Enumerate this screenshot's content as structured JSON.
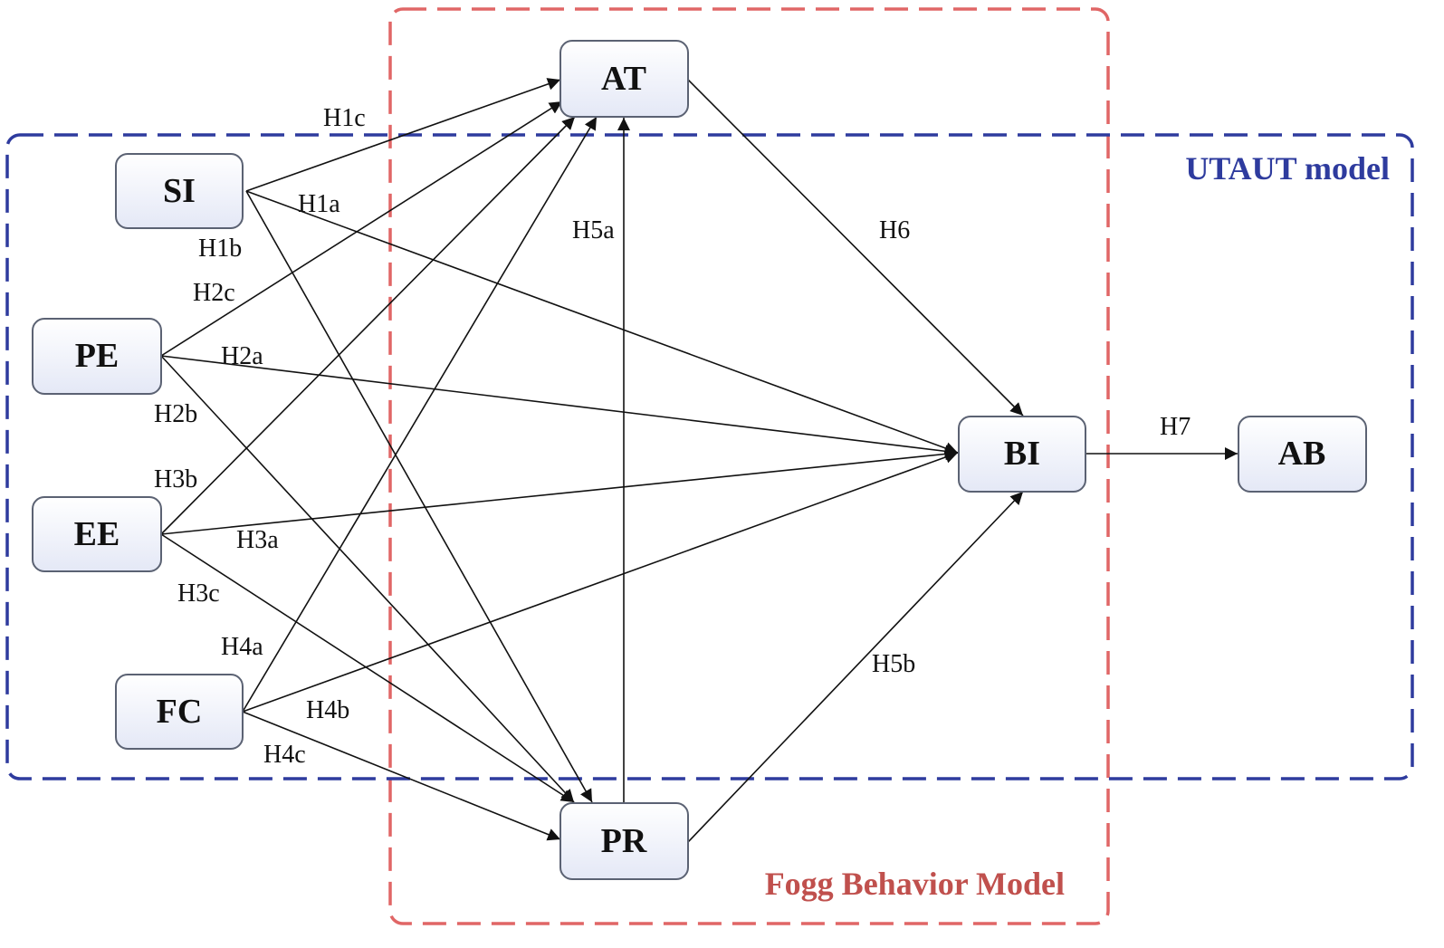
{
  "colors": {
    "fogg_border": "#e06666",
    "fogg_text": "#c0504d",
    "utaut_border": "#2e3b9e",
    "utaut_text": "#2e3b9e",
    "node_fill_top": "#ffffff",
    "node_fill_bottom": "#e4e8f6",
    "node_border": "#5b6273",
    "edge": "#111111"
  },
  "regions": {
    "utaut": {
      "label": "UTAUT model"
    },
    "fogg": {
      "label": "Fogg Behavior Model"
    }
  },
  "nodes": [
    {
      "id": "SI",
      "label": "SI"
    },
    {
      "id": "PE",
      "label": "PE"
    },
    {
      "id": "EE",
      "label": "EE"
    },
    {
      "id": "FC",
      "label": "FC"
    },
    {
      "id": "AT",
      "label": "AT"
    },
    {
      "id": "PR",
      "label": "PR"
    },
    {
      "id": "BI",
      "label": "BI"
    },
    {
      "id": "AB",
      "label": "AB"
    }
  ],
  "hypotheses": [
    {
      "from": "SI",
      "to": "BI",
      "label": "H1a"
    },
    {
      "from": "SI",
      "to": "PR",
      "label": "H1b"
    },
    {
      "from": "SI",
      "to": "AT",
      "label": "H1c"
    },
    {
      "from": "PE",
      "to": "BI",
      "label": "H2a"
    },
    {
      "from": "PE",
      "to": "PR",
      "label": "H2b"
    },
    {
      "from": "PE",
      "to": "AT",
      "label": "H2c"
    },
    {
      "from": "EE",
      "to": "BI",
      "label": "H3a"
    },
    {
      "from": "EE",
      "to": "AT",
      "label": "H3b"
    },
    {
      "from": "EE",
      "to": "PR",
      "label": "H3c"
    },
    {
      "from": "FC",
      "to": "AT",
      "label": "H4a"
    },
    {
      "from": "FC",
      "to": "BI",
      "label": "H4b"
    },
    {
      "from": "FC",
      "to": "PR",
      "label": "H4c"
    },
    {
      "from": "PR",
      "to": "AT",
      "label": "H5a"
    },
    {
      "from": "PR",
      "to": "BI",
      "label": "H5b"
    },
    {
      "from": "AT",
      "to": "BI",
      "label": "H6"
    },
    {
      "from": "BI",
      "to": "AB",
      "label": "H7"
    }
  ]
}
